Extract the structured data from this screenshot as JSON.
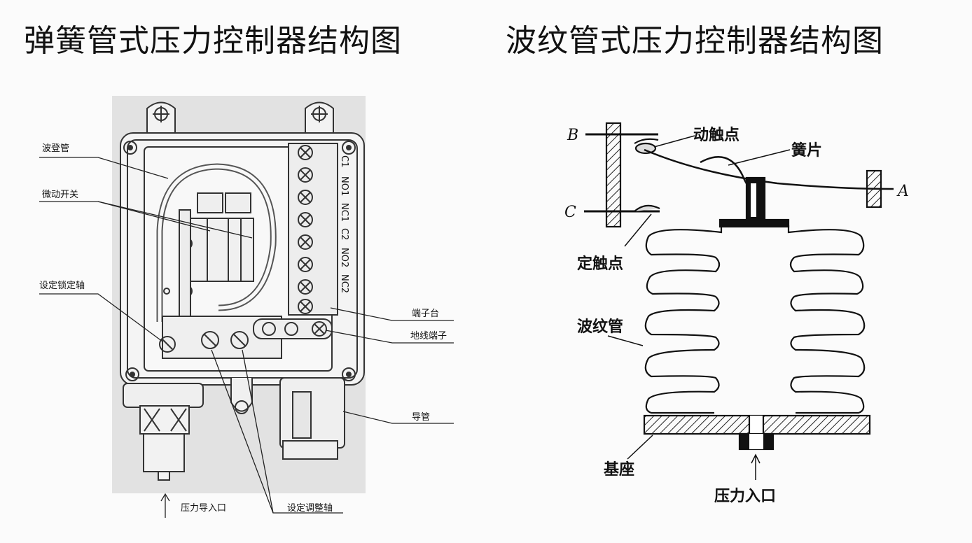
{
  "titles": {
    "left": "弹簧管式压力控制器结构图",
    "right": "波纹管式压力控制器结构图"
  },
  "left_labels": {
    "bourdon_tube": "波登管",
    "micro_switch": "微动开关",
    "lock_shaft": "设定锁定轴",
    "terminal_block": "端子台",
    "ground_terminal": "地线端子",
    "conduit": "导管",
    "pressure_inlet": "压力导入口",
    "adjust_shaft": "设定调整轴",
    "terminal_codes": [
      "C1",
      "NO1",
      "NC1",
      "C2",
      "NO2",
      "NC2"
    ]
  },
  "right_labels": {
    "moving_contact": "动触点",
    "spring_leaf": "簧片",
    "fixed_contact": "定触点",
    "bellows": "波纹管",
    "base": "基座",
    "pressure_inlet": "压力入口",
    "point_a": "A",
    "point_b": "B",
    "point_c": "C"
  }
}
